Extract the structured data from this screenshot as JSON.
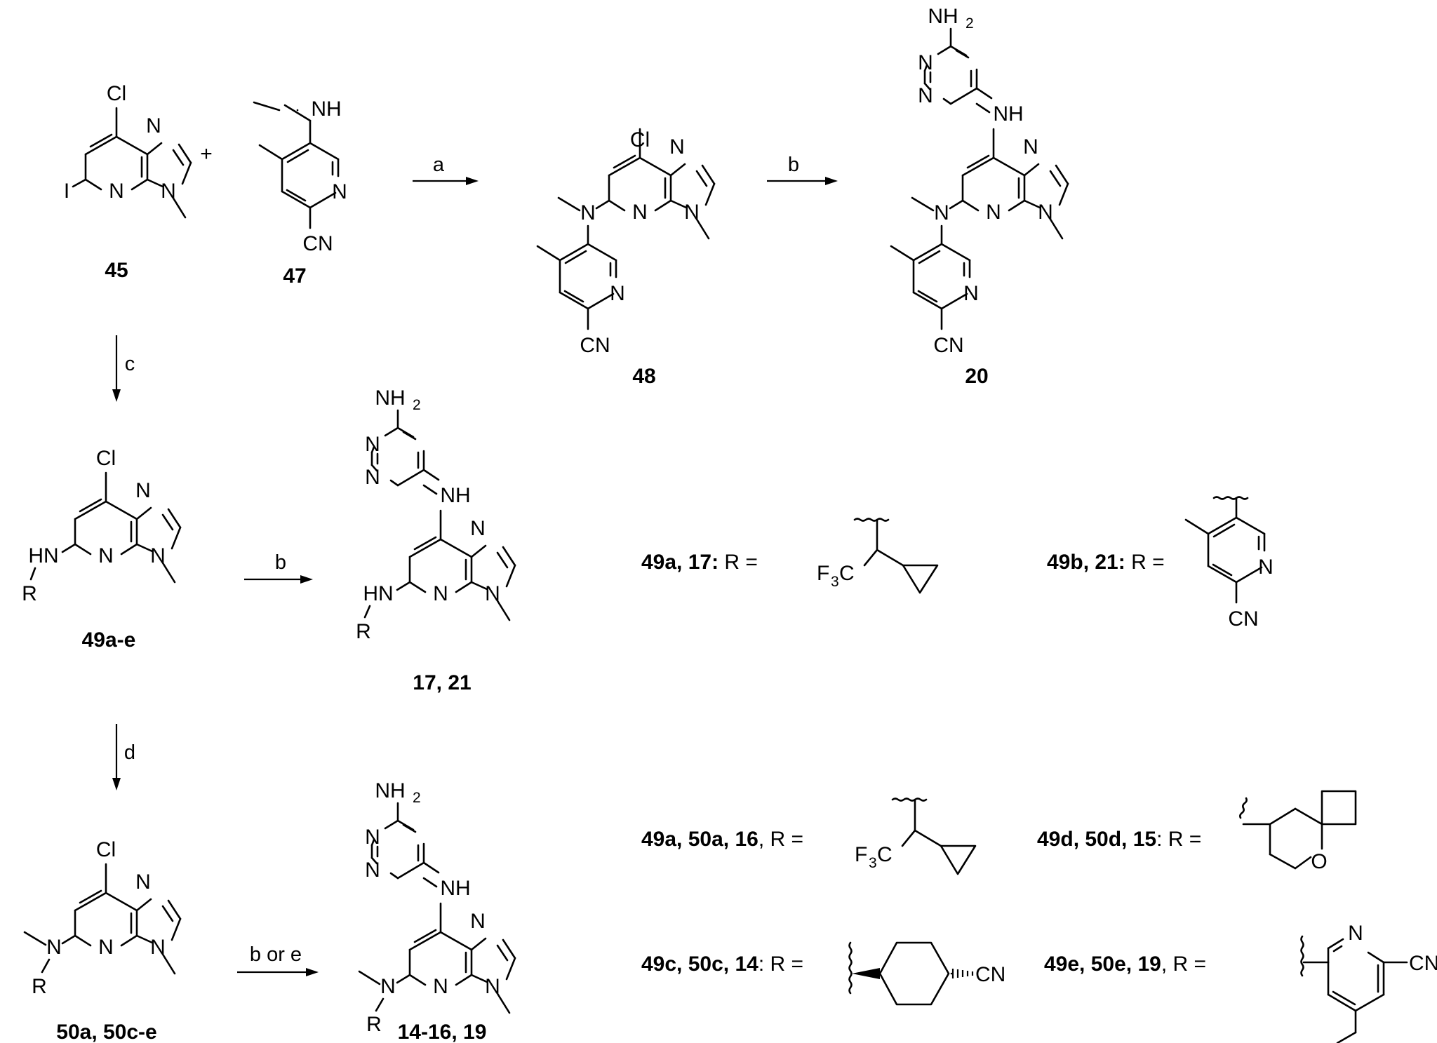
{
  "atoms": {
    "cl": "Cl",
    "n": "N",
    "nh": "NH",
    "hn": "HN",
    "r": "R",
    "i": "I",
    "cn": "CN",
    "nh2": "NH",
    "sub2": "2",
    "plus": "+",
    "f": "F",
    "sub3": "3",
    "c": "C",
    "o": "O"
  },
  "conditions": {
    "a": "a",
    "b_top": "b",
    "c": "c",
    "b_mid": "b",
    "d": "d",
    "b_or_e": "b or e"
  },
  "compounds": {
    "c45": "45",
    "c47": "47",
    "c48": "48",
    "c20": "20",
    "c49": "49a-e",
    "c17_21": "17, 21",
    "c50": "50a, 50c-e",
    "c14_19": "14-16, 19"
  },
  "r_groups": {
    "r49a_bold": "49a, 17:",
    "r49a_eq": " R =",
    "r49b_bold": "49b, 21:",
    "r49b_eq": " R =",
    "r50a_bold": "49a, 50a, 16",
    "r50a_eq": ", R =",
    "r50d_bold": "49d, 50d, 15",
    "r50d_eq": ": R =",
    "r50c_bold": "49c, 50c, 14",
    "r50c_eq": ": R =",
    "r50e_bold": "49e, 50e, 19",
    "r50e_eq": ", R ="
  }
}
